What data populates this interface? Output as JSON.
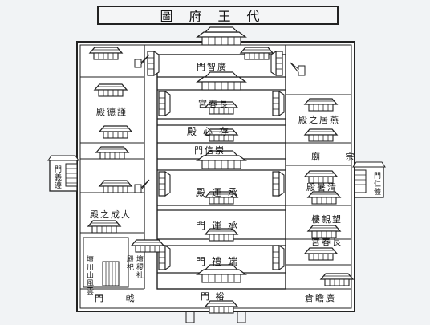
{
  "title": "圖府王代",
  "labels": {
    "guangzhimen": "門智廣",
    "changchungong_c": "宮春長",
    "cunxindian": "殿心存",
    "chengxinmen": "門信崇",
    "chengyundian": "殿運承",
    "chengyunmen": "門運承",
    "duanlimen": "門禮端",
    "yumen": "門 裕",
    "jindedian": "殿德謹",
    "dachengdian": "殿之成大",
    "zhaomen": "門 戟",
    "yanjudian": "殿之居燕",
    "zongmiao": "廟 宗",
    "qingshudian": "殿暑清",
    "wangqinlou": "樓親望",
    "changchungong_r": "宮春長",
    "guangzhancang": "倉瞻廣",
    "west_gate": "門義遵",
    "east_gate": "門仁體",
    "lw_small1": "壇稷社",
    "lw_small2": "壇川山風雲",
    "lw_small3": "殿祀"
  }
}
